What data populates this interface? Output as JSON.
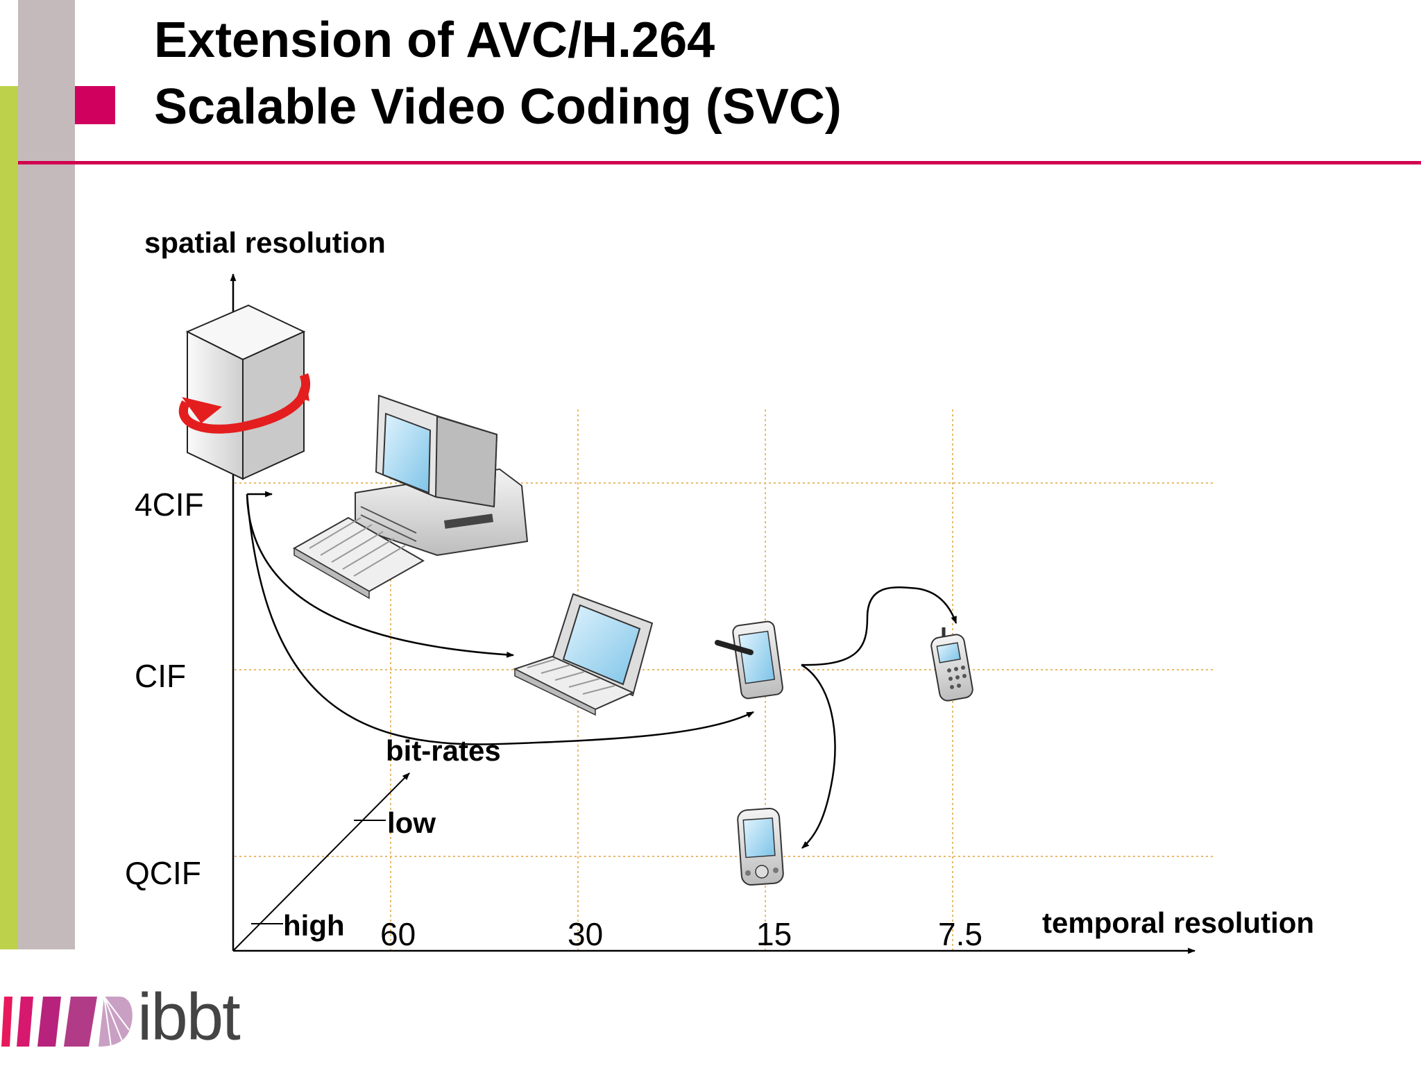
{
  "title": {
    "line1": "Extension of AVC/H.264",
    "line2": "Scalable Video Coding (SVC)"
  },
  "axes": {
    "y_label": "spatial resolution",
    "x_label": "temporal resolution",
    "z_label": "bit-rates",
    "y_ticks": [
      "4CIF",
      "CIF",
      "QCIF"
    ],
    "x_ticks": [
      "60",
      "30",
      "15",
      "7.5"
    ],
    "z_ticks": [
      "high",
      "low"
    ]
  },
  "devices": [
    "server-with-rotation",
    "desktop-pc",
    "laptop",
    "pda",
    "mobile-phone",
    "handheld"
  ],
  "colors": {
    "accent": "#d0005f",
    "rule": "#d0004f",
    "green_stripe": "#bdd24a",
    "grey_stripe": "#c5babb",
    "grid": "#e8b96a",
    "rotation_arrow": "#e41e1e"
  },
  "logo": {
    "text": "ibbt"
  }
}
